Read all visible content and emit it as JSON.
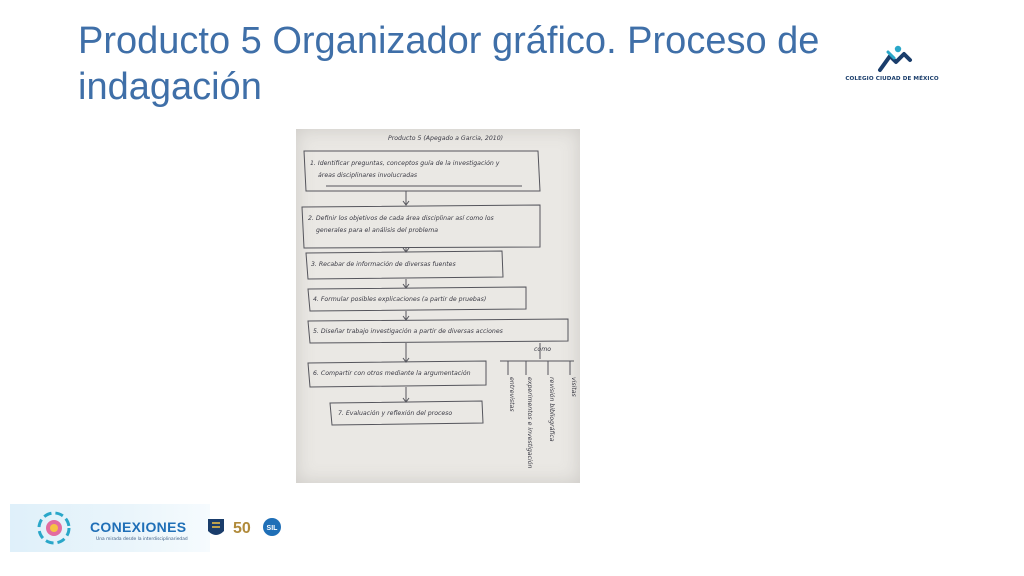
{
  "slide": {
    "title": "Producto 5 Organizador gráfico. Proceso de indagación"
  },
  "logos": {
    "school_name": "COLEGIO CIUDAD DE MÉXICO",
    "banner_brand": "CONEXIONES",
    "banner_tagline": "Una mirada desde la interdisciplinariedad",
    "partner_badge_2": "50",
    "partner_badge_3": "SIL"
  },
  "handwritten": {
    "heading": "Producto 5   (Apegado a Garcia, 2010)",
    "steps": [
      "1. Identificar preguntas, conceptos guía de la investigación y",
      "áreas disciplinares involucradas",
      "2. Definir los objetivos de cada área disciplinar así como los",
      "generales para el análisis del problema",
      "3. Recabar de información de diversas fuentes",
      "4. Formular posibles explicaciones (a partir de pruebas)",
      "5. Diseñar trabajo investigación a partir de diversas acciones",
      "6. Compartir con otros mediante la argumentación",
      "7. Evaluación y reflexión del proceso"
    ],
    "branch_label": "como",
    "branches": [
      "entrevistas",
      "experimentos e investigación",
      "revisión bibliográfica",
      "visitas"
    ]
  },
  "colors": {
    "title": "#3f6fa8",
    "school_logo": "#1a3d6b",
    "banner_brand": "#1f6fb7"
  }
}
